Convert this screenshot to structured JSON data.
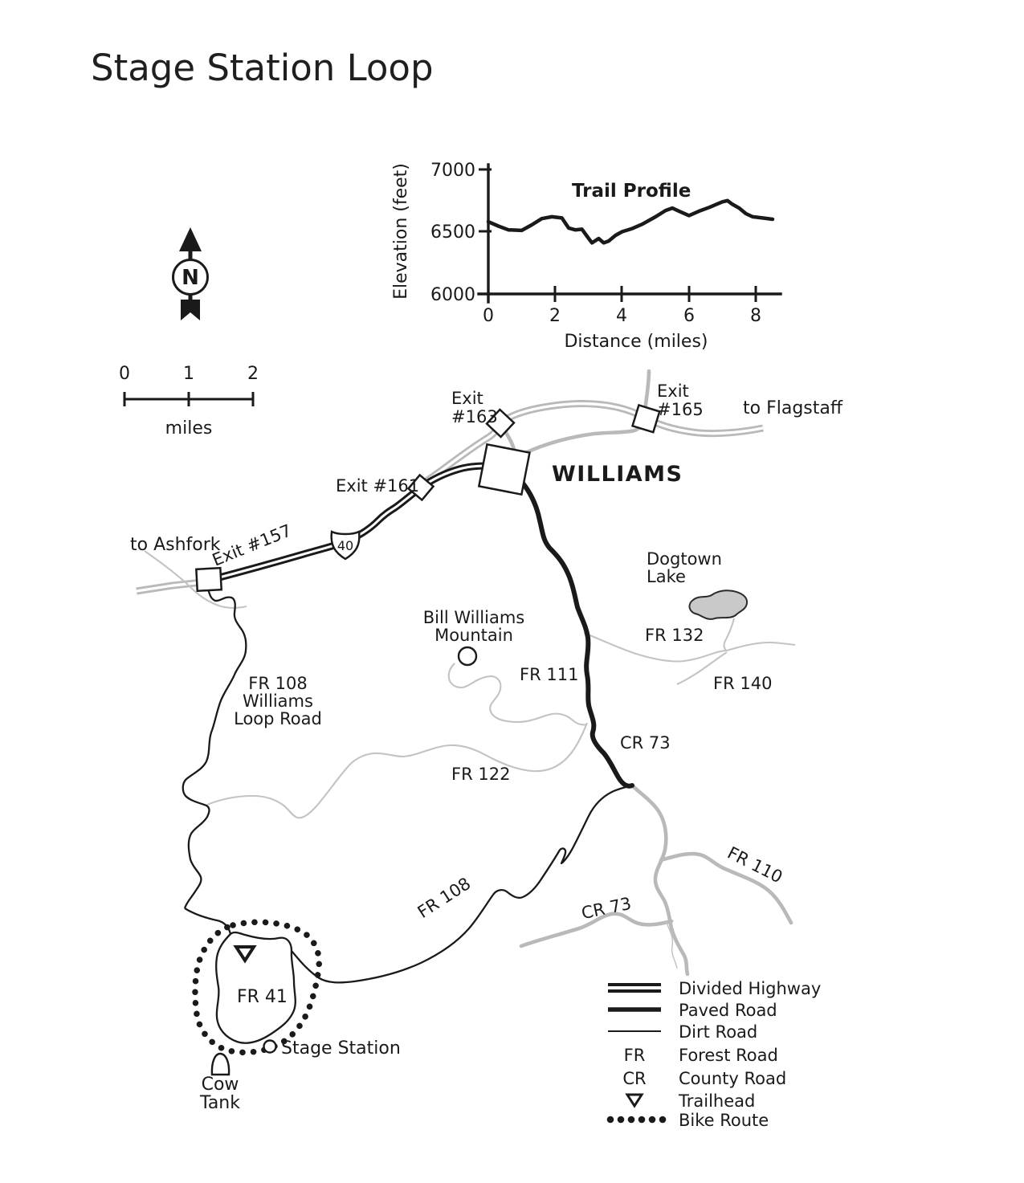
{
  "title": "Stage Station Loop",
  "chart_data": {
    "type": "line",
    "title": "Trail Profile",
    "xlabel": "Distance (miles)",
    "ylabel": "Elevation (feet)",
    "xlim": [
      0,
      8.6
    ],
    "ylim": [
      6000,
      7000
    ],
    "x_ticks": [
      "0",
      "2",
      "4",
      "6",
      "8"
    ],
    "y_ticks": [
      "6000",
      "6500",
      "7000"
    ],
    "grid": false,
    "legend_position": "none",
    "x": [
      0,
      0.3,
      0.6,
      1,
      1.3,
      1.6,
      1.9,
      2.2,
      2.4,
      2.6,
      2.8,
      3,
      3.1,
      3.3,
      3.45,
      3.6,
      3.8,
      4,
      4.3,
      4.6,
      5,
      5.3,
      5.5,
      5.7,
      6,
      6.3,
      6.6,
      7,
      7.15,
      7.3,
      7.5,
      7.7,
      7.9,
      8.2,
      8.5
    ],
    "elevation_ft": [
      6580,
      6545,
      6515,
      6510,
      6555,
      6605,
      6620,
      6610,
      6530,
      6515,
      6520,
      6445,
      6410,
      6445,
      6410,
      6425,
      6470,
      6500,
      6525,
      6560,
      6620,
      6670,
      6690,
      6665,
      6630,
      6665,
      6695,
      6740,
      6750,
      6720,
      6690,
      6645,
      6620,
      6610,
      6600
    ]
  },
  "compass": {
    "north_label": "N"
  },
  "scale_bar": {
    "tick_labels": [
      "0",
      "1",
      "2"
    ],
    "unit_label": "miles"
  },
  "map": {
    "towns": {
      "williams": "WILLIAMS"
    },
    "directions": {
      "to_flagstaff": "to Flagstaff",
      "to_ashfork": "to Ashfork"
    },
    "exits": {
      "e157": "Exit #157",
      "e161": "Exit #161",
      "e163_line1": "Exit",
      "e163_line2": "#163",
      "e165_line1": "Exit",
      "e165_line2": "#165"
    },
    "highway_shield": "40",
    "roads": {
      "fr108_loop_line1": "FR 108",
      "fr108_loop_line2": "Williams",
      "fr108_loop_line3": "Loop Road",
      "fr108": "FR 108",
      "fr111": "FR 111",
      "fr122": "FR 122",
      "fr132": "FR 132",
      "fr140": "FR 140",
      "fr110": "FR 110",
      "cr73_north": "CR 73",
      "cr73_south": "CR 73",
      "fr41": "FR 41"
    },
    "features": {
      "dogtown_line1": "Dogtown",
      "dogtown_line2": "Lake",
      "bill_williams_line1": "Bill Williams",
      "bill_williams_line2": "Mountain",
      "stage_station": "Stage Station",
      "cow_tank_line1": "Cow",
      "cow_tank_line2": "Tank"
    }
  },
  "legend": {
    "items": [
      {
        "symbol": "divided-highway",
        "label": "Divided Highway"
      },
      {
        "symbol": "paved-road",
        "label": "Paved Road"
      },
      {
        "symbol": "dirt-road",
        "label": "Dirt Road"
      },
      {
        "symbol": "FR",
        "label": "Forest Road"
      },
      {
        "symbol": "CR",
        "label": "County Road"
      },
      {
        "symbol": "trailhead",
        "label": "Trailhead"
      },
      {
        "symbol": "bike-route",
        "label": "Bike Route"
      }
    ]
  },
  "colors": {
    "ink": "#1a1a1a",
    "road_gray": "#b9b9b9",
    "lake_fill": "#c9c9c9"
  }
}
